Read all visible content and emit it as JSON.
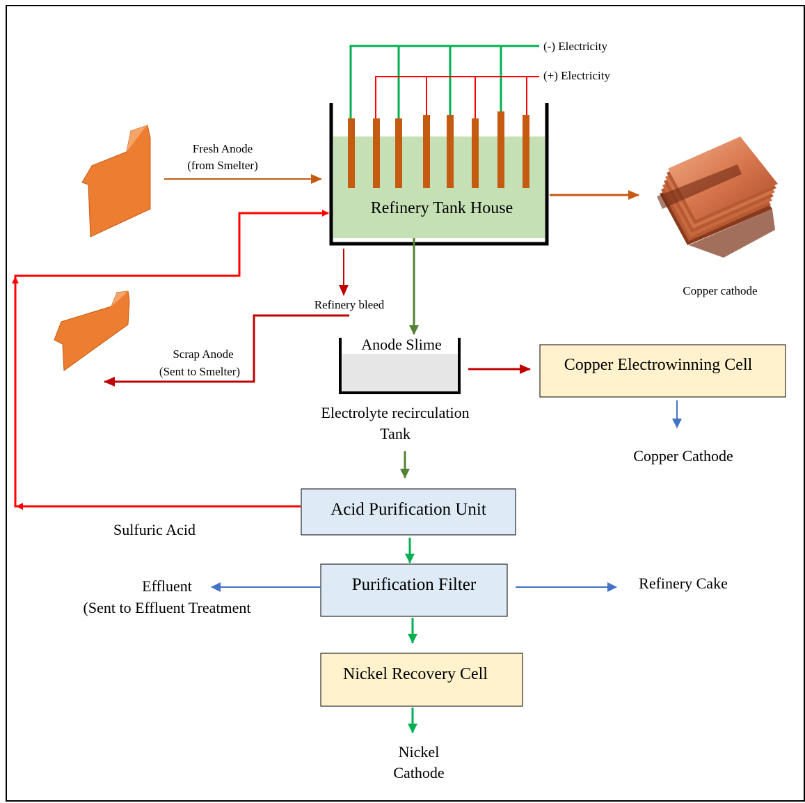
{
  "electricity": {
    "negative": "(-) Electricity",
    "positive": "(+) Electricity"
  },
  "fresh_anode": {
    "line1": "Fresh Anode",
    "line2": "(from Smelter)"
  },
  "tank_house": "Refinery Tank House",
  "copper_cathode_product": "Copper cathode",
  "refinery_bleed": "Refinery bleed",
  "scrap_anode": {
    "line1": "Scrap Anode",
    "line2": "(Sent to Smelter)"
  },
  "anode_slime": "Anode Slime",
  "recirculation_tank": {
    "line1": "Electrolyte recirculation",
    "line2": "Tank"
  },
  "electrowinning_cell": "Copper Electrowinning Cell",
  "electrowinning_product": "Copper Cathode",
  "acid_purification": "Acid Purification Unit",
  "sulfuric_acid": "Sulfuric Acid",
  "purification_filter": "Purification Filter",
  "effluent": {
    "line1": "Effluent",
    "line2": "(Sent to Effluent Treatment"
  },
  "refinery_cake": "Refinery Cake",
  "nickel_cell": "Nickel Recovery Cell",
  "nickel_cathode": {
    "line1": "Nickel",
    "line2": "Cathode"
  },
  "colors": {
    "green_wire": "#00b050",
    "red_wire": "#ff0000",
    "copper": "#c55a11",
    "anode_orange": "#ed7d31",
    "electrolyte": "#c5e0b4",
    "slime_fill": "#e7e6e6",
    "ew_box": "#fff2cc",
    "purif_box": "#deebf7",
    "blue_arrow": "#4472c4",
    "dark_green": "#548235",
    "dark_red": "#c00000"
  }
}
